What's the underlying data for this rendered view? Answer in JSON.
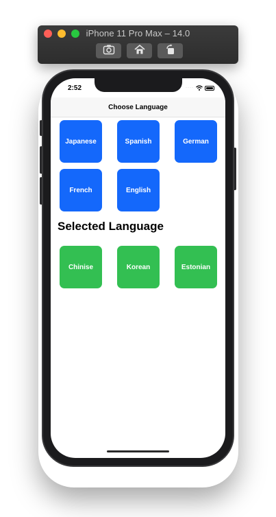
{
  "simulator": {
    "title": "iPhone 11 Pro Max – 14.0",
    "toolbar": [
      "screenshot-icon",
      "home-icon",
      "rotate-icon"
    ]
  },
  "status_bar": {
    "time": "2:52",
    "icons": [
      "cellular-dots-icon",
      "wifi-icon",
      "battery-icon"
    ]
  },
  "nav": {
    "title": "Choose Language"
  },
  "available_languages": [
    "Japanese",
    "Spanish",
    "German",
    "French",
    "English"
  ],
  "selected_section": {
    "title": "Selected Language"
  },
  "selected_languages": [
    "Chinise",
    "Korean",
    "Estonian"
  ],
  "colors": {
    "available_tile": "#1468fb",
    "selected_tile": "#33bf52"
  }
}
